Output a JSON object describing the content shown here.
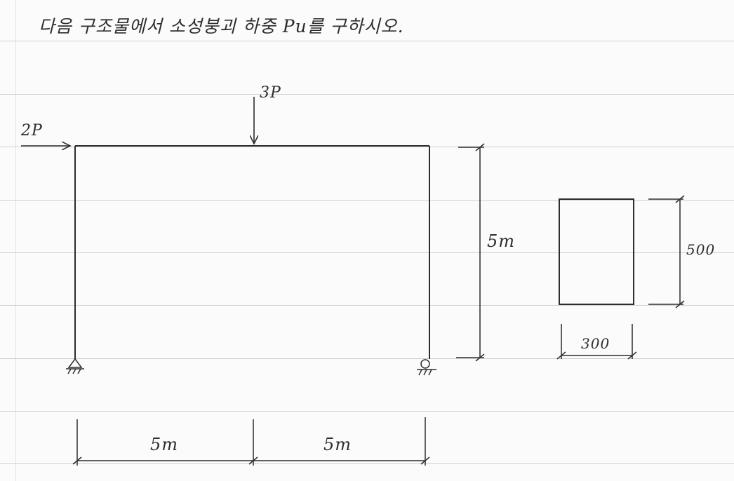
{
  "question": "다음 구조물에서 소성붕괴 하중 Pu를 구하시오.",
  "loads": {
    "horizontal": "2P",
    "vertical": "3P"
  },
  "dimensions": {
    "frame_height": "5m",
    "left_span": "5m",
    "right_span": "5m"
  },
  "section": {
    "height": "500",
    "width": "300"
  },
  "colors": {
    "ink": "#2d2d2d",
    "rule": "#cfcfcf",
    "paper": "#fbfbfb"
  }
}
